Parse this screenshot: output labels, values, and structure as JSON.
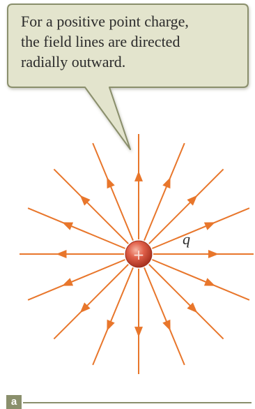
{
  "callout": {
    "lines": [
      "For a positive point charge,",
      "the field lines are directed",
      "radially outward."
    ]
  },
  "charge": {
    "sign": "+",
    "label": "q"
  },
  "panel": {
    "label": "a"
  },
  "field_lines": {
    "count": 16,
    "direction": "outward"
  },
  "colors": {
    "field_line": "#e8762b",
    "charge_fill": "#d9533a",
    "callout_fill": "#e3e4cd",
    "callout_stroke": "#8a8f6c",
    "panel_accent": "#8a8f6c"
  }
}
